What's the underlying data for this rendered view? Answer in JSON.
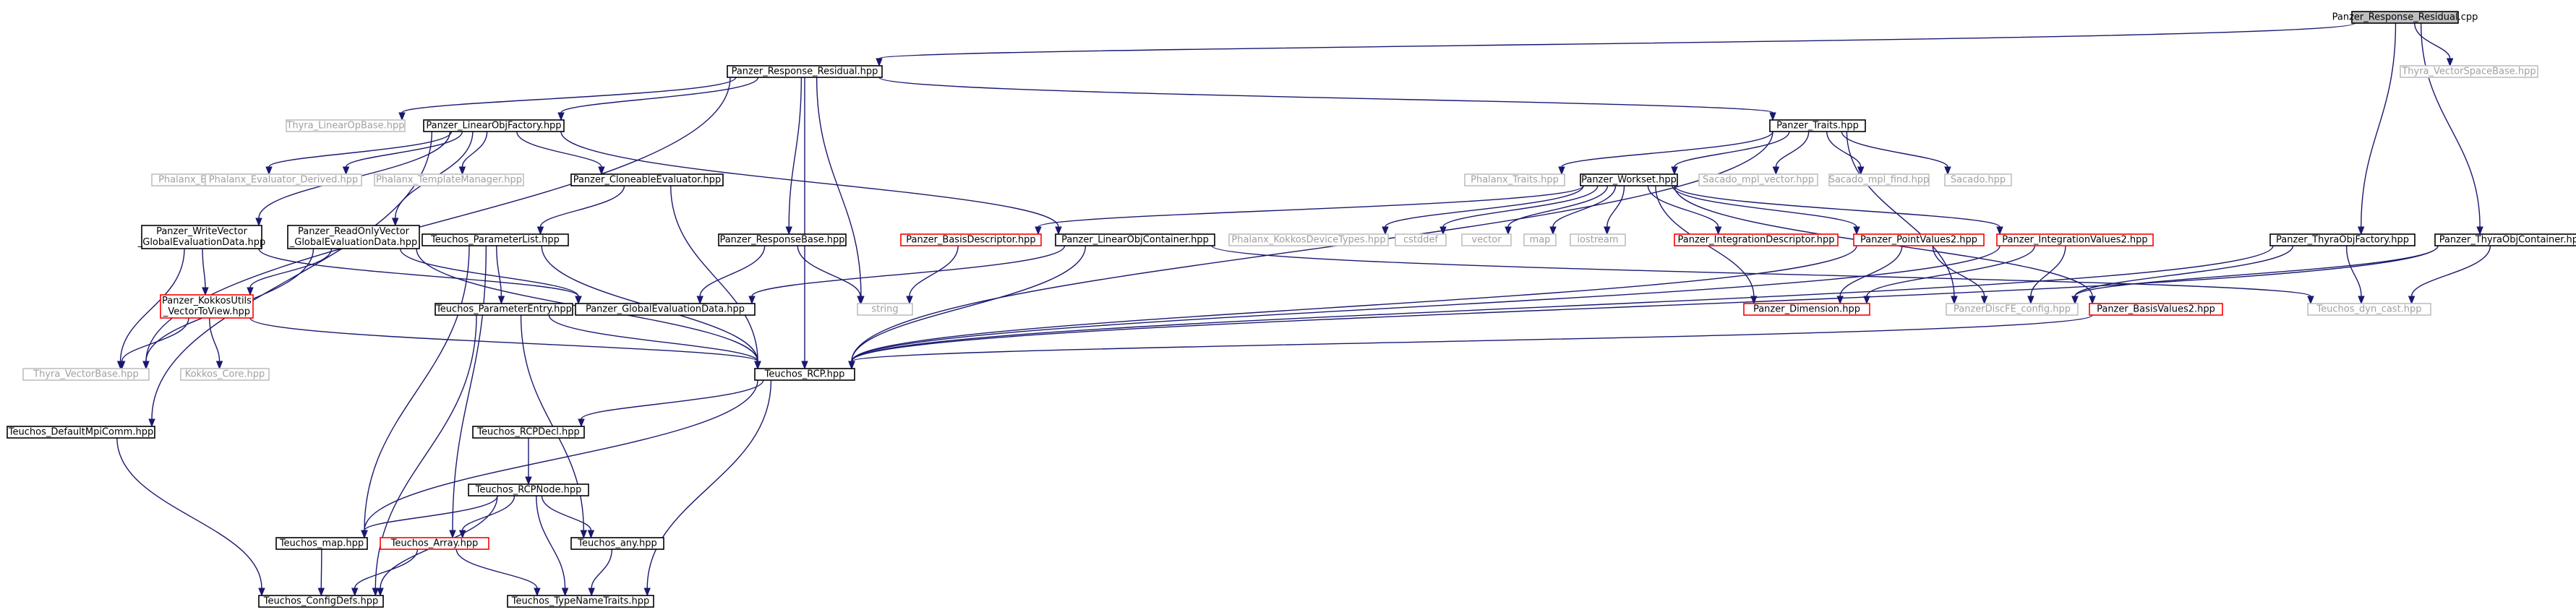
{
  "title": "",
  "colors": {
    "edge": "#191970",
    "box_black": "#000000",
    "box_grey": "#bfbfbf",
    "box_red": "#ff0000",
    "root_fill": "#bfbfbf",
    "text_normal": "#000000",
    "text_grey": "#a0a0a0"
  },
  "nodes": [
    {
      "id": "root",
      "lines": [
        "Panzer_Response_Residual.cpp"
      ],
      "style": "root"
    },
    {
      "id": "prr",
      "lines": [
        "Panzer_Response_Residual.hpp"
      ],
      "style": "black"
    },
    {
      "id": "thyra_vsb",
      "lines": [
        "Thyra_VectorSpaceBase.hpp"
      ],
      "style": "grey"
    },
    {
      "id": "thyra_lob",
      "lines": [
        "Thyra_LinearOpBase.hpp"
      ],
      "style": "grey"
    },
    {
      "id": "plof",
      "lines": [
        "Panzer_LinearObjFactory.hpp"
      ],
      "style": "black"
    },
    {
      "id": "traits",
      "lines": [
        "Panzer_Traits.hpp"
      ],
      "style": "black"
    },
    {
      "id": "ph_eval",
      "lines": [
        "Phalanx_Evaluator.hpp"
      ],
      "style": "grey"
    },
    {
      "id": "ph_evald",
      "lines": [
        "Phalanx_Evaluator_Derived.hpp"
      ],
      "style": "grey"
    },
    {
      "id": "ph_tm",
      "lines": [
        "Phalanx_TemplateManager.hpp"
      ],
      "style": "grey"
    },
    {
      "id": "clone",
      "lines": [
        "Panzer_CloneableEvaluator.hpp"
      ],
      "style": "black"
    },
    {
      "id": "ph_traits",
      "lines": [
        "Phalanx_Traits.hpp"
      ],
      "style": "grey"
    },
    {
      "id": "workset",
      "lines": [
        "Panzer_Workset.hpp"
      ],
      "style": "black"
    },
    {
      "id": "mplv",
      "lines": [
        "Sacado_mpl_vector.hpp"
      ],
      "style": "grey"
    },
    {
      "id": "mplf",
      "lines": [
        "Sacado_mpl_find.hpp"
      ],
      "style": "grey"
    },
    {
      "id": "sacado",
      "lines": [
        "Sacado.hpp"
      ],
      "style": "grey"
    },
    {
      "id": "wvg",
      "lines": [
        "Panzer_WriteVector",
        "_GlobalEvaluationData.hpp"
      ],
      "style": "black"
    },
    {
      "id": "rovg",
      "lines": [
        "Panzer_ReadOnlyVector",
        "_GlobalEvaluationData.hpp"
      ],
      "style": "black"
    },
    {
      "id": "tpl",
      "lines": [
        "Teuchos_ParameterList.hpp"
      ],
      "style": "black"
    },
    {
      "id": "prb",
      "lines": [
        "Panzer_ResponseBase.hpp"
      ],
      "style": "black"
    },
    {
      "id": "pbd",
      "lines": [
        "Panzer_BasisDescriptor.hpp"
      ],
      "style": "red"
    },
    {
      "id": "ploc",
      "lines": [
        "Panzer_LinearObjContainer.hpp"
      ],
      "style": "black"
    },
    {
      "id": "phkdt",
      "lines": [
        "Phalanx_KokkosDeviceTypes.hpp"
      ],
      "style": "grey"
    },
    {
      "id": "cstddef",
      "lines": [
        "cstddef"
      ],
      "style": "grey"
    },
    {
      "id": "vector",
      "lines": [
        "vector"
      ],
      "style": "grey"
    },
    {
      "id": "map",
      "lines": [
        "map"
      ],
      "style": "grey"
    },
    {
      "id": "iostream",
      "lines": [
        "iostream"
      ],
      "style": "grey"
    },
    {
      "id": "pid",
      "lines": [
        "Panzer_IntegrationDescriptor.hpp"
      ],
      "style": "red"
    },
    {
      "id": "ppv2",
      "lines": [
        "Panzer_PointValues2.hpp"
      ],
      "style": "red"
    },
    {
      "id": "piv2",
      "lines": [
        "Panzer_IntegrationValues2.hpp"
      ],
      "style": "red"
    },
    {
      "id": "ptof",
      "lines": [
        "Panzer_ThyraObjFactory.hpp"
      ],
      "style": "black"
    },
    {
      "id": "ptoc",
      "lines": [
        "Panzer_ThyraObjContainer.hpp"
      ],
      "style": "black"
    },
    {
      "id": "pkuv",
      "lines": [
        "Panzer_KokkosUtils",
        "_VectorToView.hpp"
      ],
      "style": "red"
    },
    {
      "id": "tpe",
      "lines": [
        "Teuchos_ParameterEntry.hpp"
      ],
      "style": "black"
    },
    {
      "id": "pged",
      "lines": [
        "Panzer_GlobalEvaluationData.hpp"
      ],
      "style": "black"
    },
    {
      "id": "string",
      "lines": [
        "string"
      ],
      "style": "grey"
    },
    {
      "id": "pdim",
      "lines": [
        "Panzer_Dimension.hpp"
      ],
      "style": "red"
    },
    {
      "id": "pdfec",
      "lines": [
        "PanzerDiscFE_config.hpp"
      ],
      "style": "grey"
    },
    {
      "id": "pbv2",
      "lines": [
        "Panzer_BasisValues2.hpp"
      ],
      "style": "red"
    },
    {
      "id": "tdc",
      "lines": [
        "Teuchos_dyn_cast.hpp"
      ],
      "style": "grey"
    },
    {
      "id": "tvb",
      "lines": [
        "Thyra_VectorBase.hpp"
      ],
      "style": "grey"
    },
    {
      "id": "kcore",
      "lines": [
        "Kokkos_Core.hpp"
      ],
      "style": "grey"
    },
    {
      "id": "trcp",
      "lines": [
        "Teuchos_RCP.hpp"
      ],
      "style": "black"
    },
    {
      "id": "tdmc",
      "lines": [
        "Teuchos_DefaultMpiComm.hpp"
      ],
      "style": "black"
    },
    {
      "id": "trcpd",
      "lines": [
        "Teuchos_RCPDecl.hpp"
      ],
      "style": "black"
    },
    {
      "id": "trcpn",
      "lines": [
        "Teuchos_RCPNode.hpp"
      ],
      "style": "black"
    },
    {
      "id": "tmap",
      "lines": [
        "Teuchos_map.hpp"
      ],
      "style": "black"
    },
    {
      "id": "tarr",
      "lines": [
        "Teuchos_Array.hpp"
      ],
      "style": "red"
    },
    {
      "id": "tany",
      "lines": [
        "Teuchos_any.hpp"
      ],
      "style": "black"
    },
    {
      "id": "tcd",
      "lines": [
        "Teuchos_ConfigDefs.hpp"
      ],
      "style": "black"
    },
    {
      "id": "ttnt",
      "lines": [
        "Teuchos_TypeNameTraits.hpp"
      ],
      "style": "black"
    }
  ],
  "edges": [
    [
      "root",
      "prr"
    ],
    [
      "root",
      "thyra_vsb"
    ],
    [
      "root",
      "ptof"
    ],
    [
      "root",
      "ptoc"
    ],
    [
      "prr",
      "thyra_lob"
    ],
    [
      "prr",
      "plof"
    ],
    [
      "prr",
      "traits"
    ],
    [
      "prr",
      "prb"
    ],
    [
      "prr",
      "string"
    ],
    [
      "prr",
      "trcp"
    ],
    [
      "prr",
      "tvb"
    ],
    [
      "plof",
      "ph_eval"
    ],
    [
      "plof",
      "ph_evald"
    ],
    [
      "plof",
      "ph_tm"
    ],
    [
      "plof",
      "clone"
    ],
    [
      "plof",
      "ploc"
    ],
    [
      "plof",
      "wvg"
    ],
    [
      "plof",
      "rovg"
    ],
    [
      "plof",
      "tdmc"
    ],
    [
      "traits",
      "ph_traits"
    ],
    [
      "traits",
      "workset"
    ],
    [
      "traits",
      "mplv"
    ],
    [
      "traits",
      "mplf"
    ],
    [
      "traits",
      "sacado"
    ],
    [
      "traits",
      "pdfec"
    ],
    [
      "traits",
      "trcp"
    ],
    [
      "clone",
      "tpl"
    ],
    [
      "clone",
      "trcp"
    ],
    [
      "workset",
      "pbd"
    ],
    [
      "workset",
      "phkdt"
    ],
    [
      "workset",
      "cstddef"
    ],
    [
      "workset",
      "vector"
    ],
    [
      "workset",
      "map"
    ],
    [
      "workset",
      "iostream"
    ],
    [
      "workset",
      "pid"
    ],
    [
      "workset",
      "ppv2"
    ],
    [
      "workset",
      "piv2"
    ],
    [
      "workset",
      "pbv2"
    ],
    [
      "workset",
      "pdim"
    ],
    [
      "wvg",
      "pkuv"
    ],
    [
      "wvg",
      "tvb"
    ],
    [
      "wvg",
      "pged"
    ],
    [
      "rovg",
      "pkuv"
    ],
    [
      "rovg",
      "pged"
    ],
    [
      "rovg",
      "trcp"
    ],
    [
      "rovg",
      "tvb"
    ],
    [
      "tpl",
      "tpe"
    ],
    [
      "tpl",
      "tarr"
    ],
    [
      "tpl",
      "tmap"
    ],
    [
      "tpl",
      "trcp"
    ],
    [
      "prb",
      "string"
    ],
    [
      "prb",
      "pged"
    ],
    [
      "pbd",
      "string"
    ],
    [
      "ploc",
      "pged"
    ],
    [
      "ploc",
      "trcp"
    ],
    [
      "ploc",
      "tdc"
    ],
    [
      "ppv2",
      "pdim"
    ],
    [
      "ppv2",
      "pdfec"
    ],
    [
      "ppv2",
      "trcp"
    ],
    [
      "piv2",
      "pdim"
    ],
    [
      "piv2",
      "pdfec"
    ],
    [
      "piv2",
      "trcp"
    ],
    [
      "ptof",
      "pdfec"
    ],
    [
      "ptof",
      "tdc"
    ],
    [
      "ptof",
      "trcp"
    ],
    [
      "ptoc",
      "pdfec"
    ],
    [
      "ptoc",
      "tdc"
    ],
    [
      "ptoc",
      "trcp"
    ],
    [
      "pkuv",
      "tvb"
    ],
    [
      "pkuv",
      "kcore"
    ],
    [
      "pkuv",
      "trcp"
    ],
    [
      "tpe",
      "tany"
    ],
    [
      "tpe",
      "trcp"
    ],
    [
      "tpe",
      "tcd"
    ],
    [
      "pbv2",
      "trcp"
    ],
    [
      "trcp",
      "trcpd"
    ],
    [
      "trcp",
      "tmap"
    ],
    [
      "trcp",
      "ttnt"
    ],
    [
      "tdmc",
      "tcd"
    ],
    [
      "trcpd",
      "trcpn"
    ],
    [
      "trcpn",
      "tmap"
    ],
    [
      "trcpn",
      "tarr"
    ],
    [
      "trcpn",
      "tany"
    ],
    [
      "trcpn",
      "ttnt"
    ],
    [
      "trcpn",
      "tcd"
    ],
    [
      "tmap",
      "tcd"
    ],
    [
      "tarr",
      "tcd"
    ],
    [
      "tarr",
      "ttnt"
    ],
    [
      "tany",
      "ttnt"
    ]
  ]
}
